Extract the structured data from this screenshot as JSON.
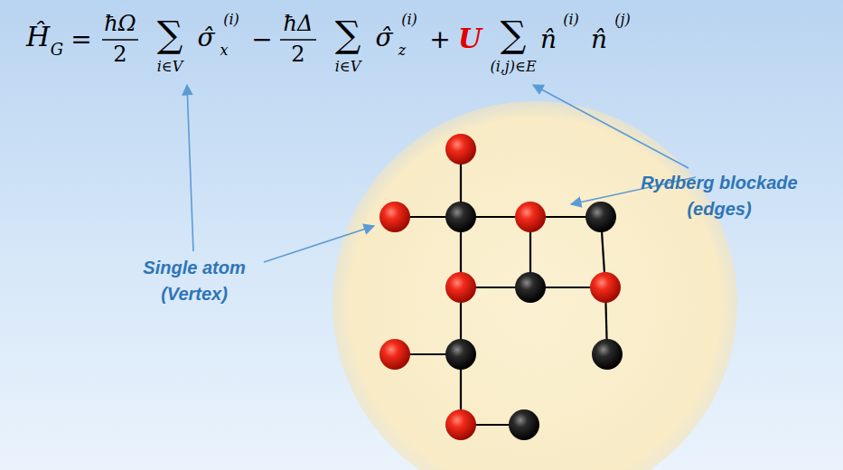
{
  "diagram": {
    "labels": [
      "Ĥ",
      "G",
      "=",
      "ħΩ",
      "2",
      "∑",
      "i∈V",
      "σ̂",
      "x",
      "(i)",
      "−",
      "ħΔ",
      "2",
      "∑",
      "i∈V",
      "σ̂",
      "z",
      "(i)",
      "+",
      "U",
      "∑",
      "(i,j)∈E",
      "n̂",
      "(i)",
      "n̂",
      "(j)",
      "Rydberg blockade (edges)",
      "Single atom (Vertex)"
    ]
  }
}
